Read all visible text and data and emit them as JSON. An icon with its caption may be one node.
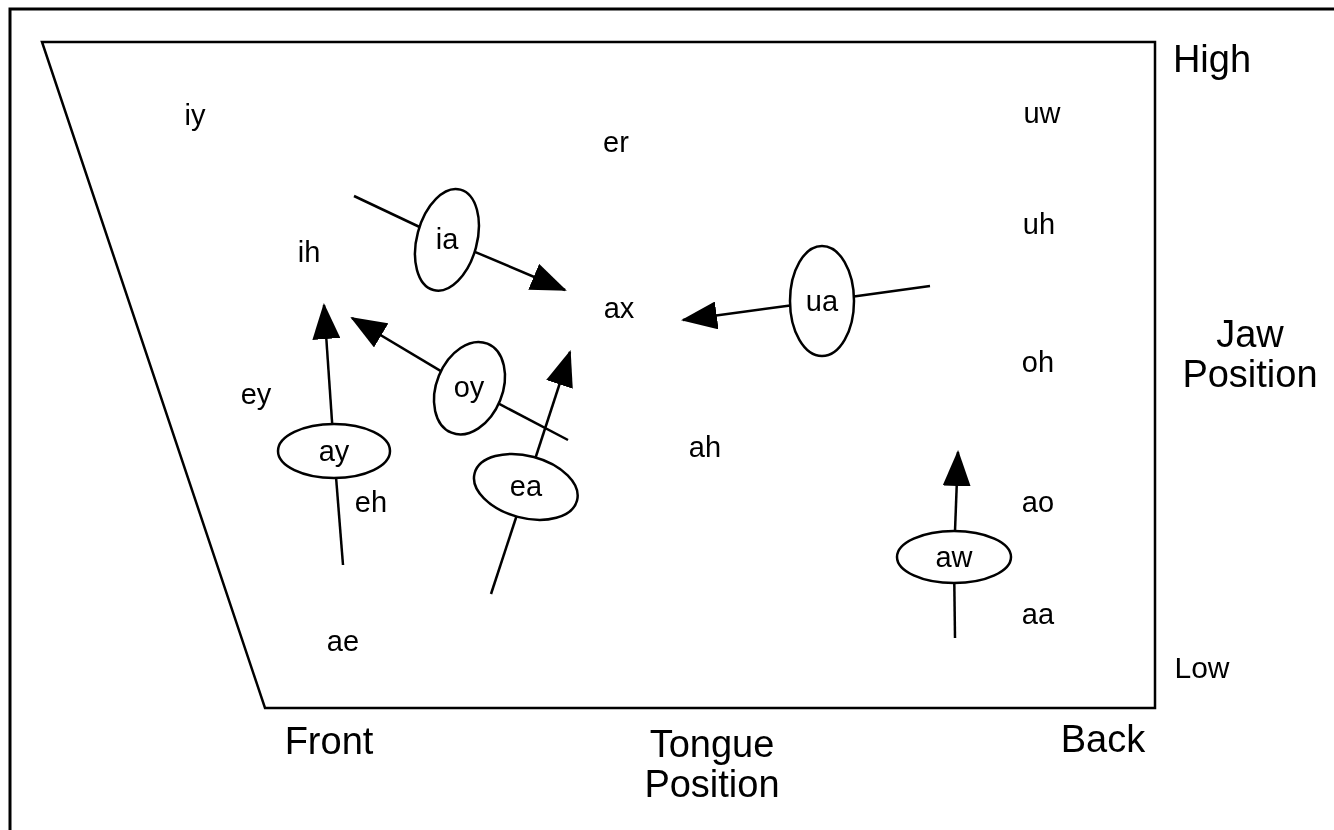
{
  "diagram": {
    "nodes": [
      {
        "text": [
          "ia"
        ]
      },
      {
        "text": [
          "ua"
        ]
      },
      {
        "text": [
          "oy"
        ]
      },
      {
        "text": [
          "ay"
        ]
      },
      {
        "text": [
          "ea"
        ]
      },
      {
        "text": [
          "aw"
        ]
      }
    ],
    "edges": [
      {
        "from": null,
        "to": 0,
        "arrow": "none"
      },
      {
        "from": 0,
        "to": null,
        "arrow": "to"
      },
      {
        "from": null,
        "to": 1,
        "arrow": "none"
      },
      {
        "from": 1,
        "to": null,
        "arrow": "to"
      },
      {
        "from": null,
        "to": 2,
        "arrow": "none"
      },
      {
        "from": 2,
        "to": null,
        "arrow": "to"
      },
      {
        "from": null,
        "to": 3,
        "arrow": "none"
      },
      {
        "from": 3,
        "to": null,
        "arrow": "to"
      },
      {
        "from": null,
        "to": 4,
        "arrow": "none"
      },
      {
        "from": 4,
        "to": null,
        "arrow": "to"
      },
      {
        "from": null,
        "to": 5,
        "arrow": "none"
      },
      {
        "from": 5,
        "to": null,
        "arrow": "to"
      }
    ],
    "labels": [
      "High",
      "iy",
      "uw",
      "er",
      "uh",
      "ih",
      "ax",
      "Jaw Position",
      "oh",
      "ey",
      "ah",
      "eh",
      "ao",
      "aa",
      "ae",
      "Low",
      "Front",
      "Back",
      "Tongue Position"
    ]
  }
}
